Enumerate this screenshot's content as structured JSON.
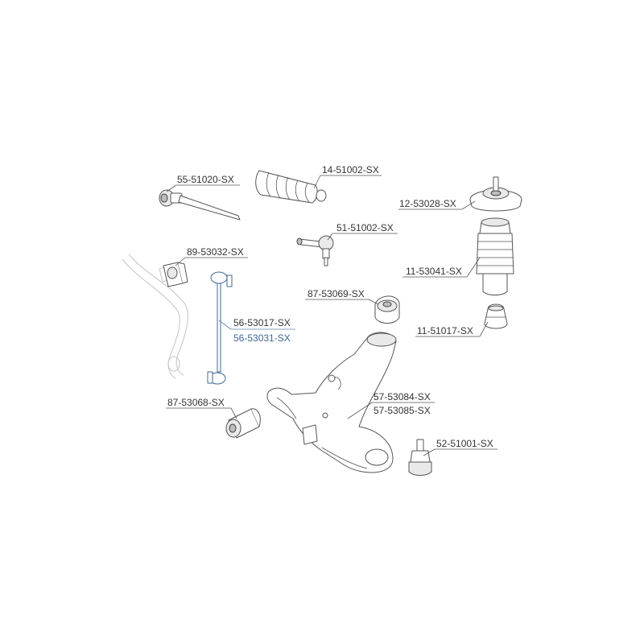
{
  "part_numbers": {
    "tie_rod": "55-51020-SX",
    "steering_boot": "14-51002-SX",
    "strut_mount": "12-53028-SX",
    "tie_rod_end": "51-51002-SX",
    "stabilizer_bushing": "89-53032-SX",
    "strut_boot": "11-53041-SX",
    "arm_bushing_rear": "87-53069-SX",
    "bump_stop": "11-51017-SX",
    "stabilizer_link": "56-53017-SX",
    "stabilizer_link_alt": "56-53031-SX",
    "arm_bushing_front": "87-53068-SX",
    "control_arm_left": "57-53084-SX",
    "control_arm_right": "57-53085-SX",
    "ball_joint": "52-51001-SX"
  },
  "colors": {
    "line": "#555555",
    "highlight": "#3f6796",
    "ghost": "#c8c8c8"
  }
}
